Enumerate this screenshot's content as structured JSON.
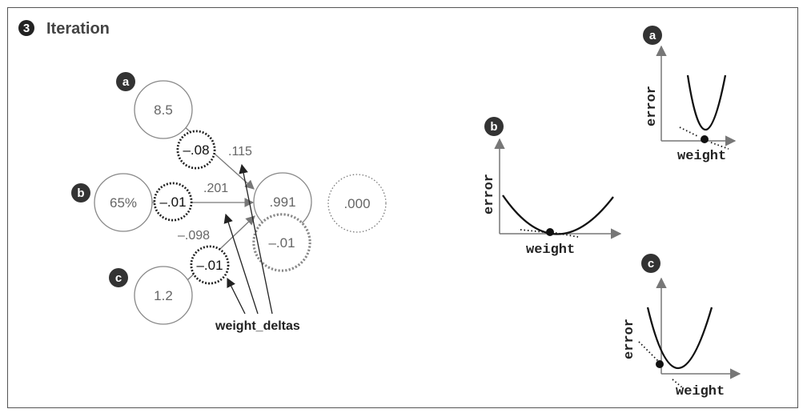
{
  "title": "Iteration",
  "step_number": "3",
  "inputs": [
    {
      "label": "a",
      "value": "8.5"
    },
    {
      "label": "b",
      "value": "65%"
    },
    {
      "label": "c",
      "value": "1.2"
    }
  ],
  "weight_deltas": [
    "–.08",
    "–.01",
    "–.01"
  ],
  "weights": [
    ".115",
    ".201",
    "–.098"
  ],
  "prediction": ".991",
  "delta": "–.01",
  "error": ".000",
  "weight_deltas_label": "weight_deltas",
  "plots": [
    {
      "label": "a",
      "xlabel": "weight",
      "ylabel": "error"
    },
    {
      "label": "b",
      "xlabel": "weight",
      "ylabel": "error"
    },
    {
      "label": "c",
      "xlabel": "weight",
      "ylabel": "error"
    }
  ]
}
